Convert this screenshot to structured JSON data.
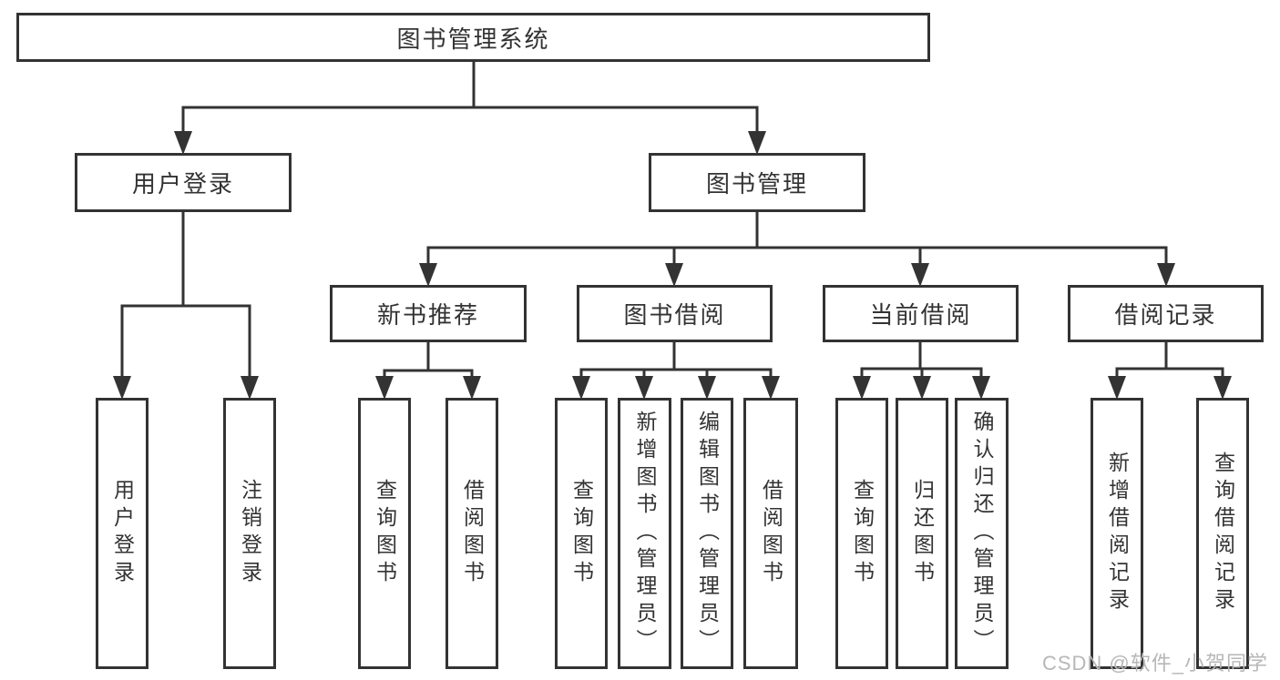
{
  "diagram": {
    "root": "图书管理系统",
    "level2": {
      "userLogin": "用户登录",
      "bookMgmt": "图书管理"
    },
    "level3": {
      "newBookRec": "新书推荐",
      "bookBorrow": "图书借阅",
      "currentBorrow": "当前借阅",
      "borrowRecords": "借阅记录"
    },
    "leaves": [
      "用户登录",
      "注销登录",
      "查询图书",
      "借阅图书",
      "查询图书",
      "新增图书（管理员）",
      "编辑图书（管理员）",
      "借阅图书",
      "查询图书",
      "归还图书",
      "确认归还（管理员）",
      "新增借阅记录",
      "查询借阅记录"
    ]
  },
  "watermark": {
    "text": "CSDN @软件_小贺同学"
  },
  "colors": {
    "line": "#333333",
    "text": "#333333",
    "watermark": "#b7b7b7"
  }
}
